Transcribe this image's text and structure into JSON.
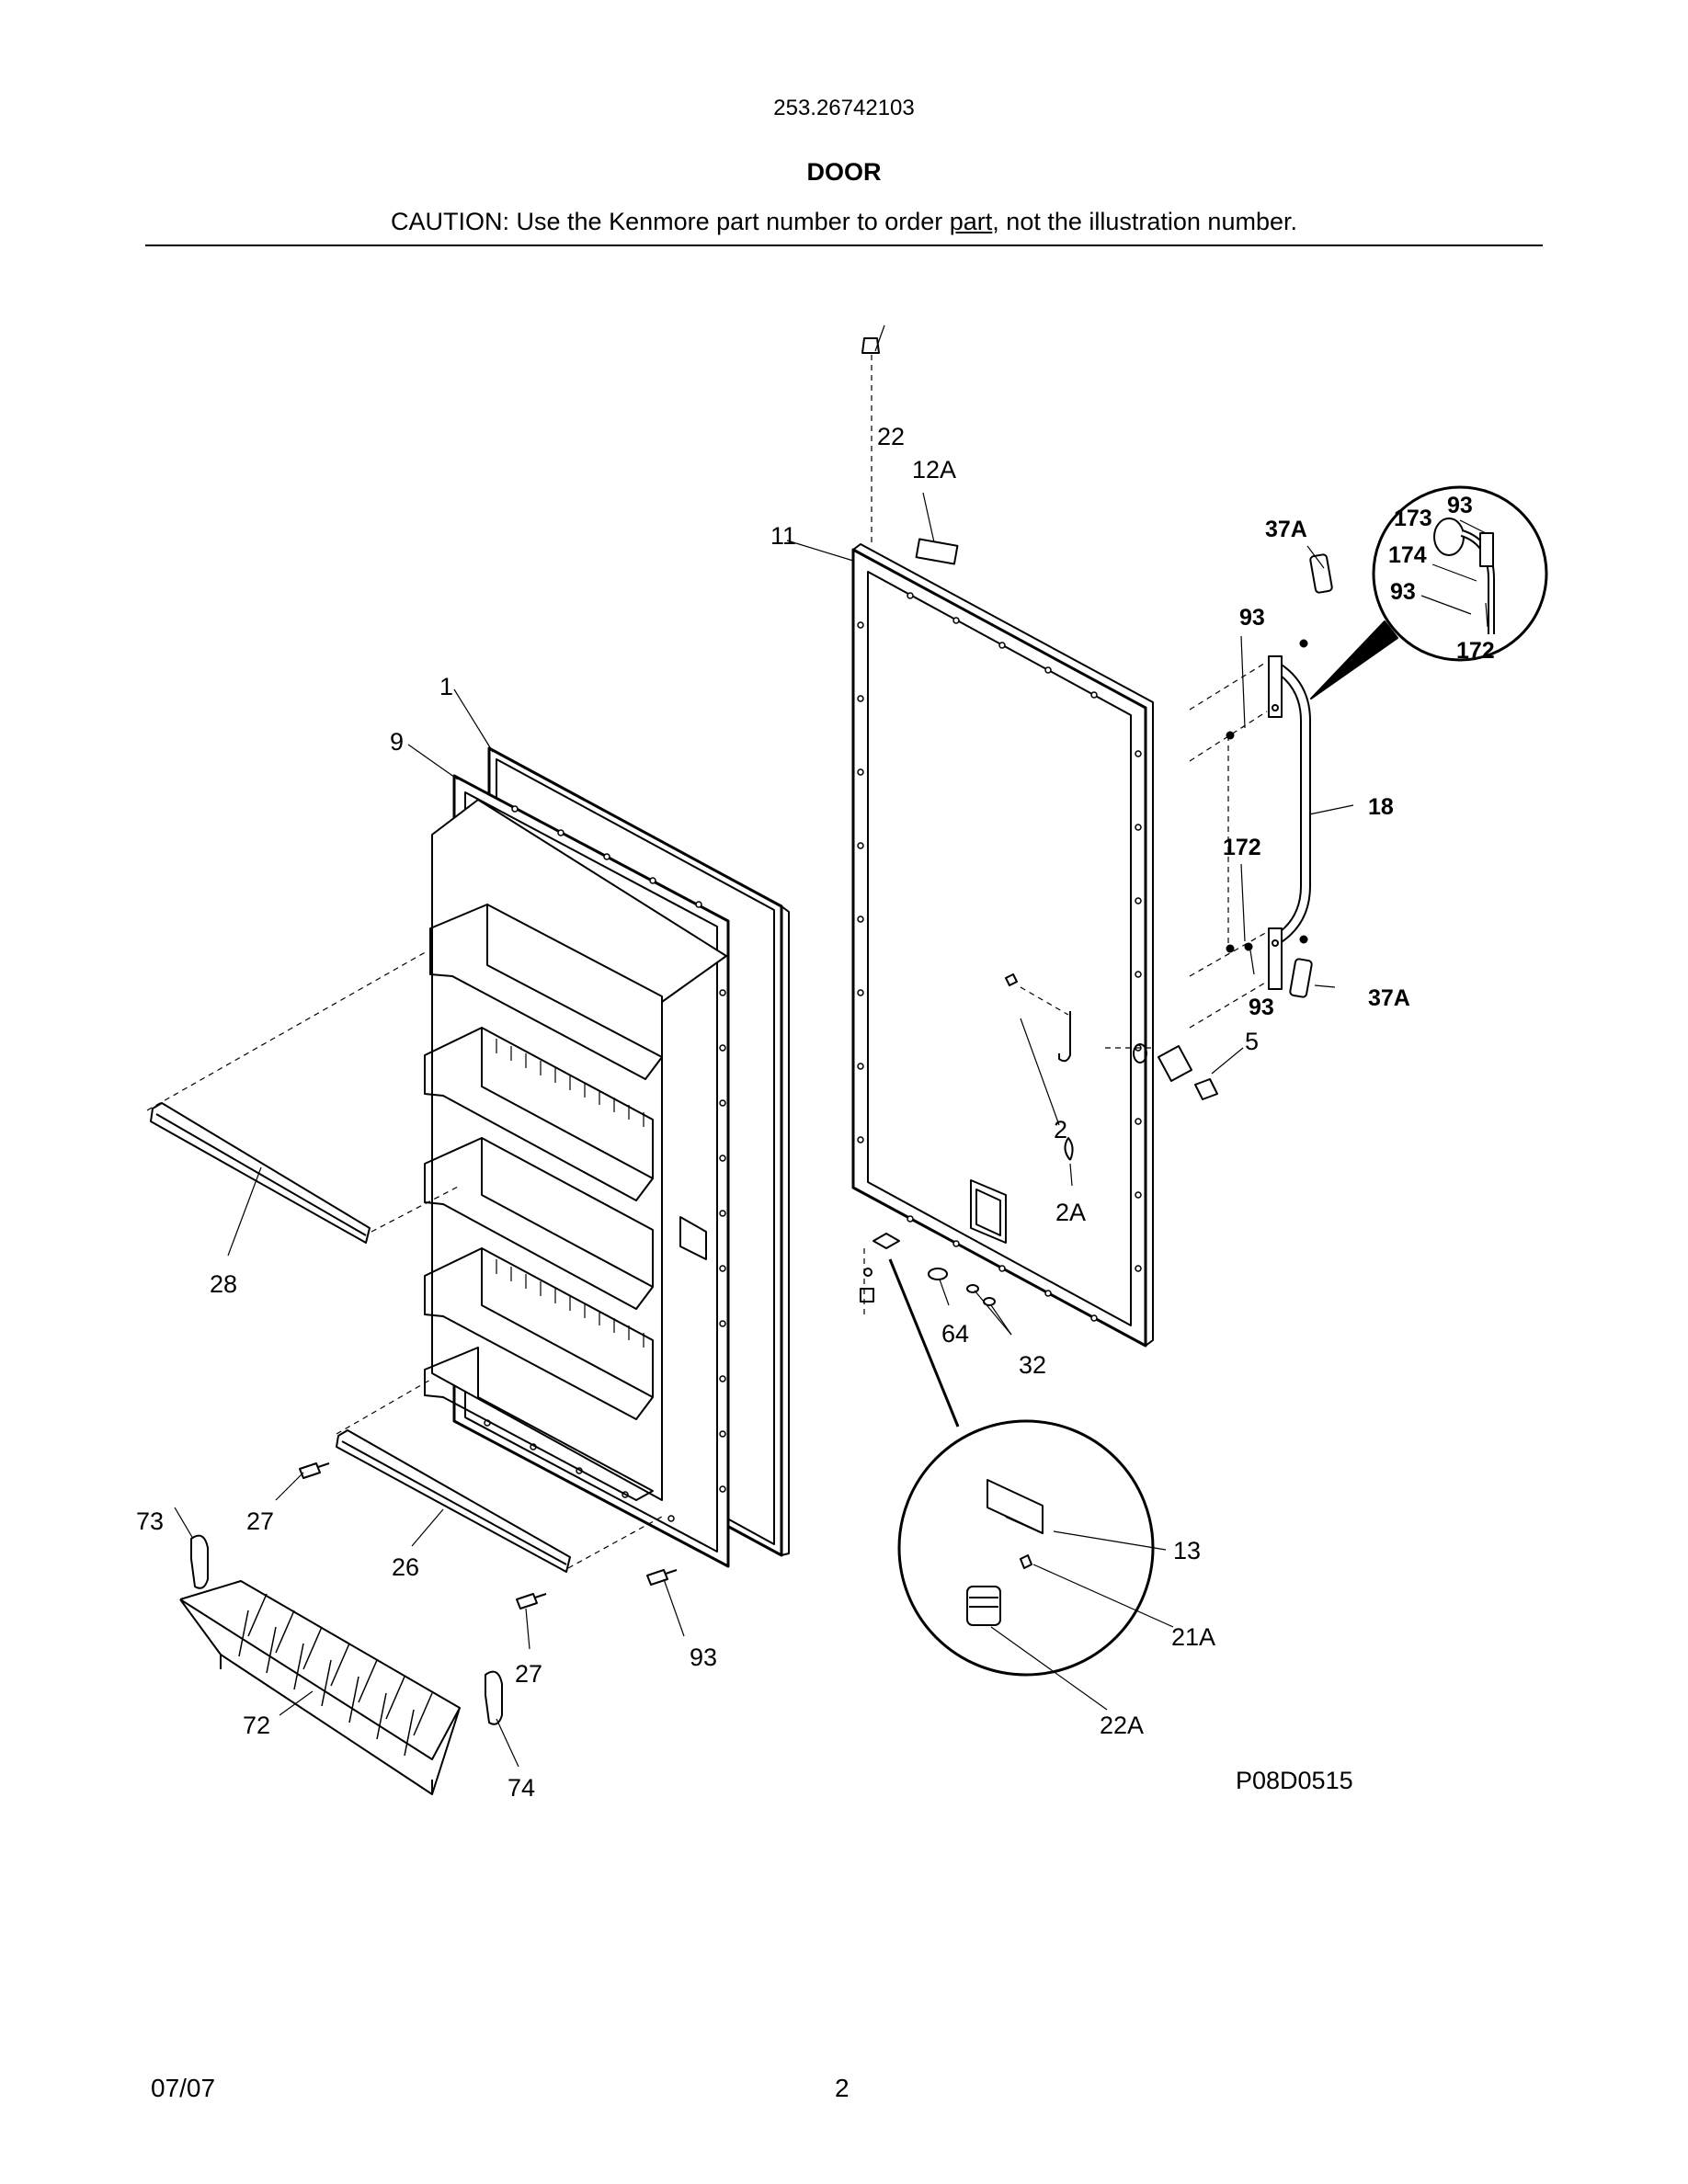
{
  "header": {
    "model_number": "253.26742103",
    "section_title": "DOOR",
    "caution_before": "CAUTION: Use the Kenmore part number to order ",
    "caution_link": "part",
    "caution_after": ", not the illustration number."
  },
  "diagram": {
    "figure_code": "P08D0515",
    "callouts": {
      "c1": "1",
      "c2": "2",
      "c2A": "2A",
      "c5": "5",
      "c9": "9",
      "c11": "11",
      "c12A": "12A",
      "c13": "13",
      "c18": "18",
      "c21A": "21A",
      "c22": "22",
      "c22A": "22A",
      "c26": "26",
      "c27a": "27",
      "c27b": "27",
      "c28": "28",
      "c32": "32",
      "c37Aa": "37A",
      "c37Ab": "37A",
      "c64": "64",
      "c72": "72",
      "c73": "73",
      "c74": "74",
      "c93a": "93",
      "c93b": "93",
      "c93c": "93",
      "c93d": "93",
      "c93e": "93",
      "c172a": "172",
      "c172b": "172",
      "c173": "173",
      "c174": "174"
    }
  },
  "footer": {
    "date": "07/07",
    "page_number": "2"
  }
}
